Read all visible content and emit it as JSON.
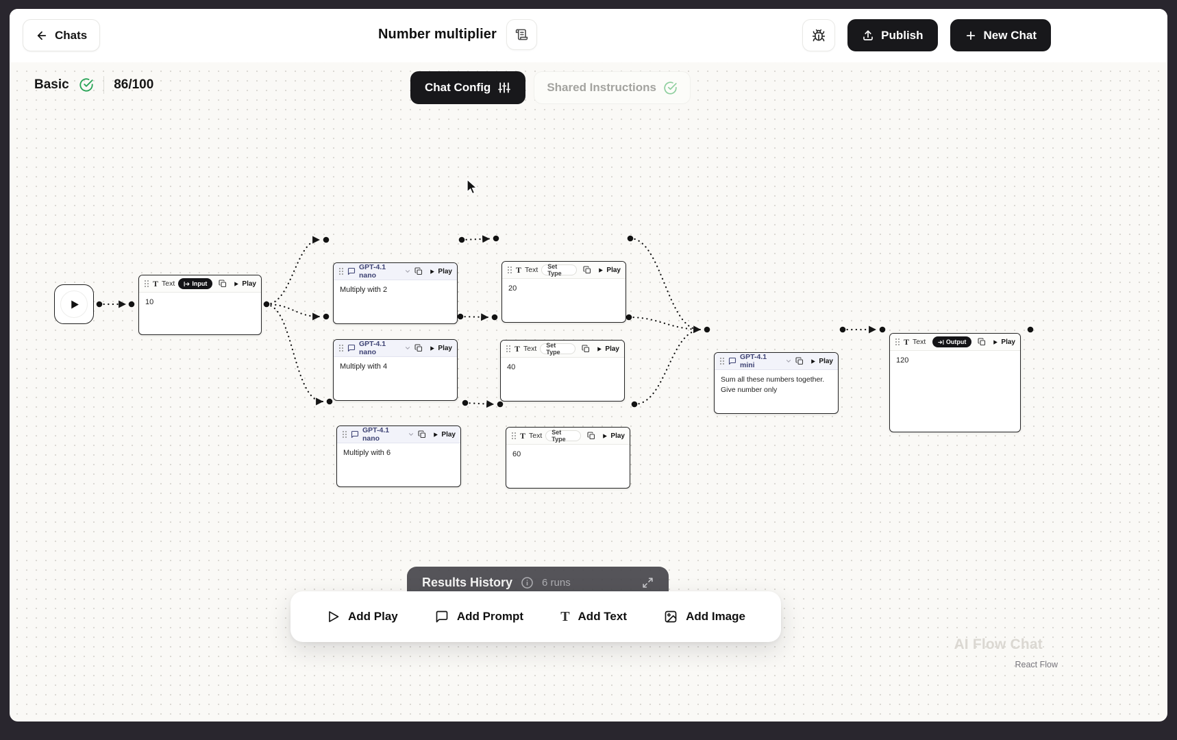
{
  "topbar": {
    "back_label": "Chats",
    "title": "Number multiplier",
    "publish_label": "Publish",
    "new_chat_label": "New Chat"
  },
  "status": {
    "tier": "Basic",
    "score": "86/100"
  },
  "config": {
    "chat_config_label": "Chat Config",
    "shared_instructions_label": "Shared Instructions"
  },
  "nodes": {
    "input": {
      "type": "Text",
      "badge": "Input",
      "play": "Play",
      "content": "10"
    },
    "nano1": {
      "model": "GPT-4.1 nano",
      "play": "Play",
      "content": "Multiply with 2"
    },
    "nano2": {
      "model": "GPT-4.1 nano",
      "play": "Play",
      "content": "Multiply with 4"
    },
    "nano3": {
      "model": "GPT-4.1 nano",
      "play": "Play",
      "content": "Multiply with 6"
    },
    "t20": {
      "type": "Text",
      "badge": "Set Type",
      "play": "Play",
      "content": "20"
    },
    "t40": {
      "type": "Text",
      "badge": "Set Type",
      "play": "Play",
      "content": "40"
    },
    "t60": {
      "type": "Text",
      "badge": "Set Type",
      "play": "Play",
      "content": "60"
    },
    "mini": {
      "model": "GPT-4.1 mini",
      "play": "Play",
      "content": "Sum all these numbers together. Give number only"
    },
    "output": {
      "type": "Text",
      "badge": "Output",
      "play": "Play",
      "content": "120"
    }
  },
  "results": {
    "title": "Results History",
    "runs": "6 runs"
  },
  "toolbar": {
    "items": [
      {
        "label": "Add Play"
      },
      {
        "label": "Add Prompt"
      },
      {
        "label": "Add Text"
      },
      {
        "label": "Add Image"
      }
    ]
  },
  "watermark": {
    "app": "AI Flow Chat",
    "attribution": "React Flow"
  },
  "icons": {
    "back": "arrow-left",
    "rename": "scroll-text",
    "debug": "bug",
    "publish": "upload",
    "new_chat": "plus",
    "chat_config": "sliders-vertical",
    "checks": "check-circle",
    "results_info": "info-circle",
    "results_expand": "maximize",
    "node_drag": "grip-dots",
    "node_copy": "copy",
    "node_play": "play",
    "prompt_node": "message-square"
  },
  "colors": {
    "primary_dark": "#18181b",
    "success_green": "#27a356",
    "muted_green": "#8fcf9f",
    "model_label": "#3e4374",
    "canvas_bg": "#faf9f6"
  }
}
